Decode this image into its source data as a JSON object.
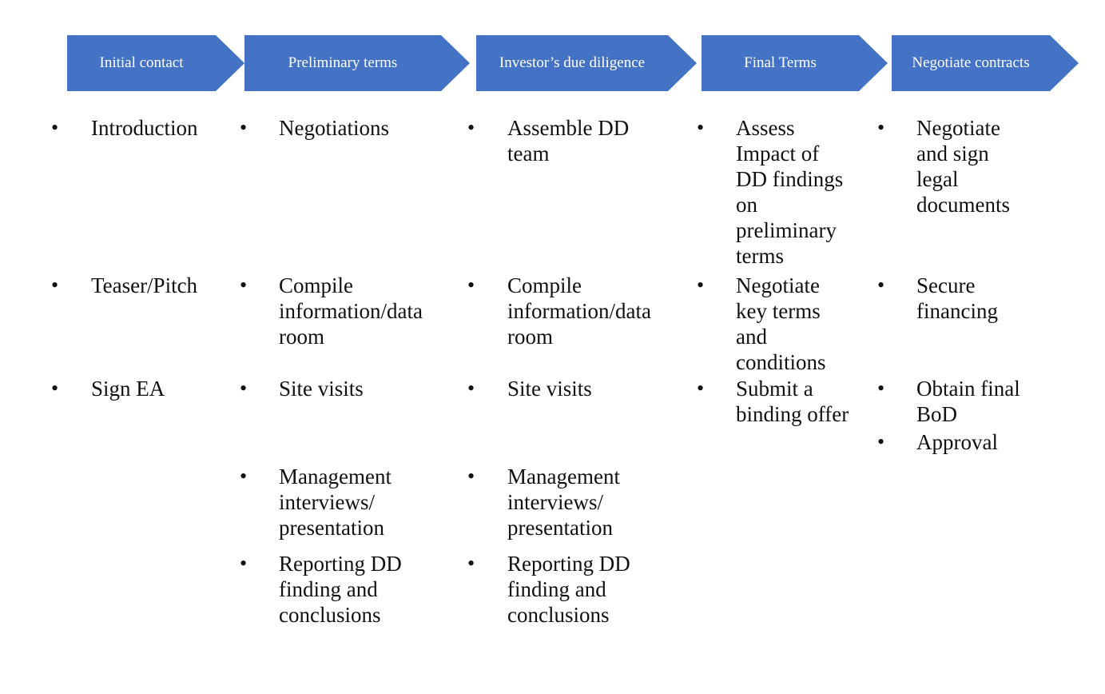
{
  "stages": [
    {
      "label": "Initial contact",
      "items": [
        "Introduction",
        "Teaser/Pitch",
        "Sign EA"
      ]
    },
    {
      "label": "Preliminary terms",
      "items": [
        "Negotiations",
        "Compile information/data room",
        "Site visits",
        "Management interviews/ presentation",
        "Reporting DD finding and conclusions"
      ]
    },
    {
      "label": "Investor’s due diligence",
      "items": [
        "Assemble DD team",
        "Compile information/data room",
        "Site visits",
        "Management interviews/ presentation",
        "Reporting DD finding and conclusions"
      ]
    },
    {
      "label": "Final Terms",
      "items": [
        "Assess Impact of DD findings on preliminary terms",
        "Negotiate key terms and conditions",
        "Submit a binding offer"
      ]
    },
    {
      "label": "Negotiate contracts",
      "items": [
        "Negotiate and sign legal documents",
        "Secure financing",
        "Obtain final BoD",
        "Approval"
      ]
    }
  ],
  "bullet_glyph": "•",
  "colors": {
    "arrow_fill": "#4472c4",
    "arrow_text": "#ffffff",
    "body_text": "#111111"
  }
}
